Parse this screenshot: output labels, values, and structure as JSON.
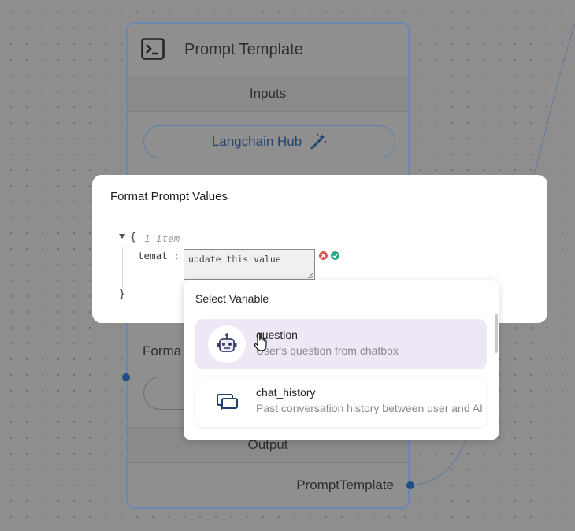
{
  "node": {
    "title": "Prompt Template",
    "inputs_label": "Inputs",
    "hub_button_label": "Langchain Hub",
    "format_label": "Forma",
    "output_label": "Output",
    "output_handle_label": "PromptTemplate"
  },
  "dialog": {
    "title": "Format Prompt Values",
    "json": {
      "brace_open": "{",
      "item_count": "1 item",
      "key": "temat",
      "separator": ":",
      "value": "update this value",
      "brace_close": "}"
    }
  },
  "variable_popup": {
    "title": "Select Variable",
    "items": [
      {
        "name": "question",
        "description": "User's question from chatbox",
        "icon": "robot-icon",
        "selected": true
      },
      {
        "name": "chat_history",
        "description": "Past conversation history between user and AI",
        "icon": "chat-bubbles-icon",
        "selected": false
      }
    ]
  },
  "colors": {
    "accent": "#1f4f86",
    "selected_item_bg": "#ede7f6",
    "cancel": "#d9534f",
    "confirm": "#2ba58a"
  }
}
